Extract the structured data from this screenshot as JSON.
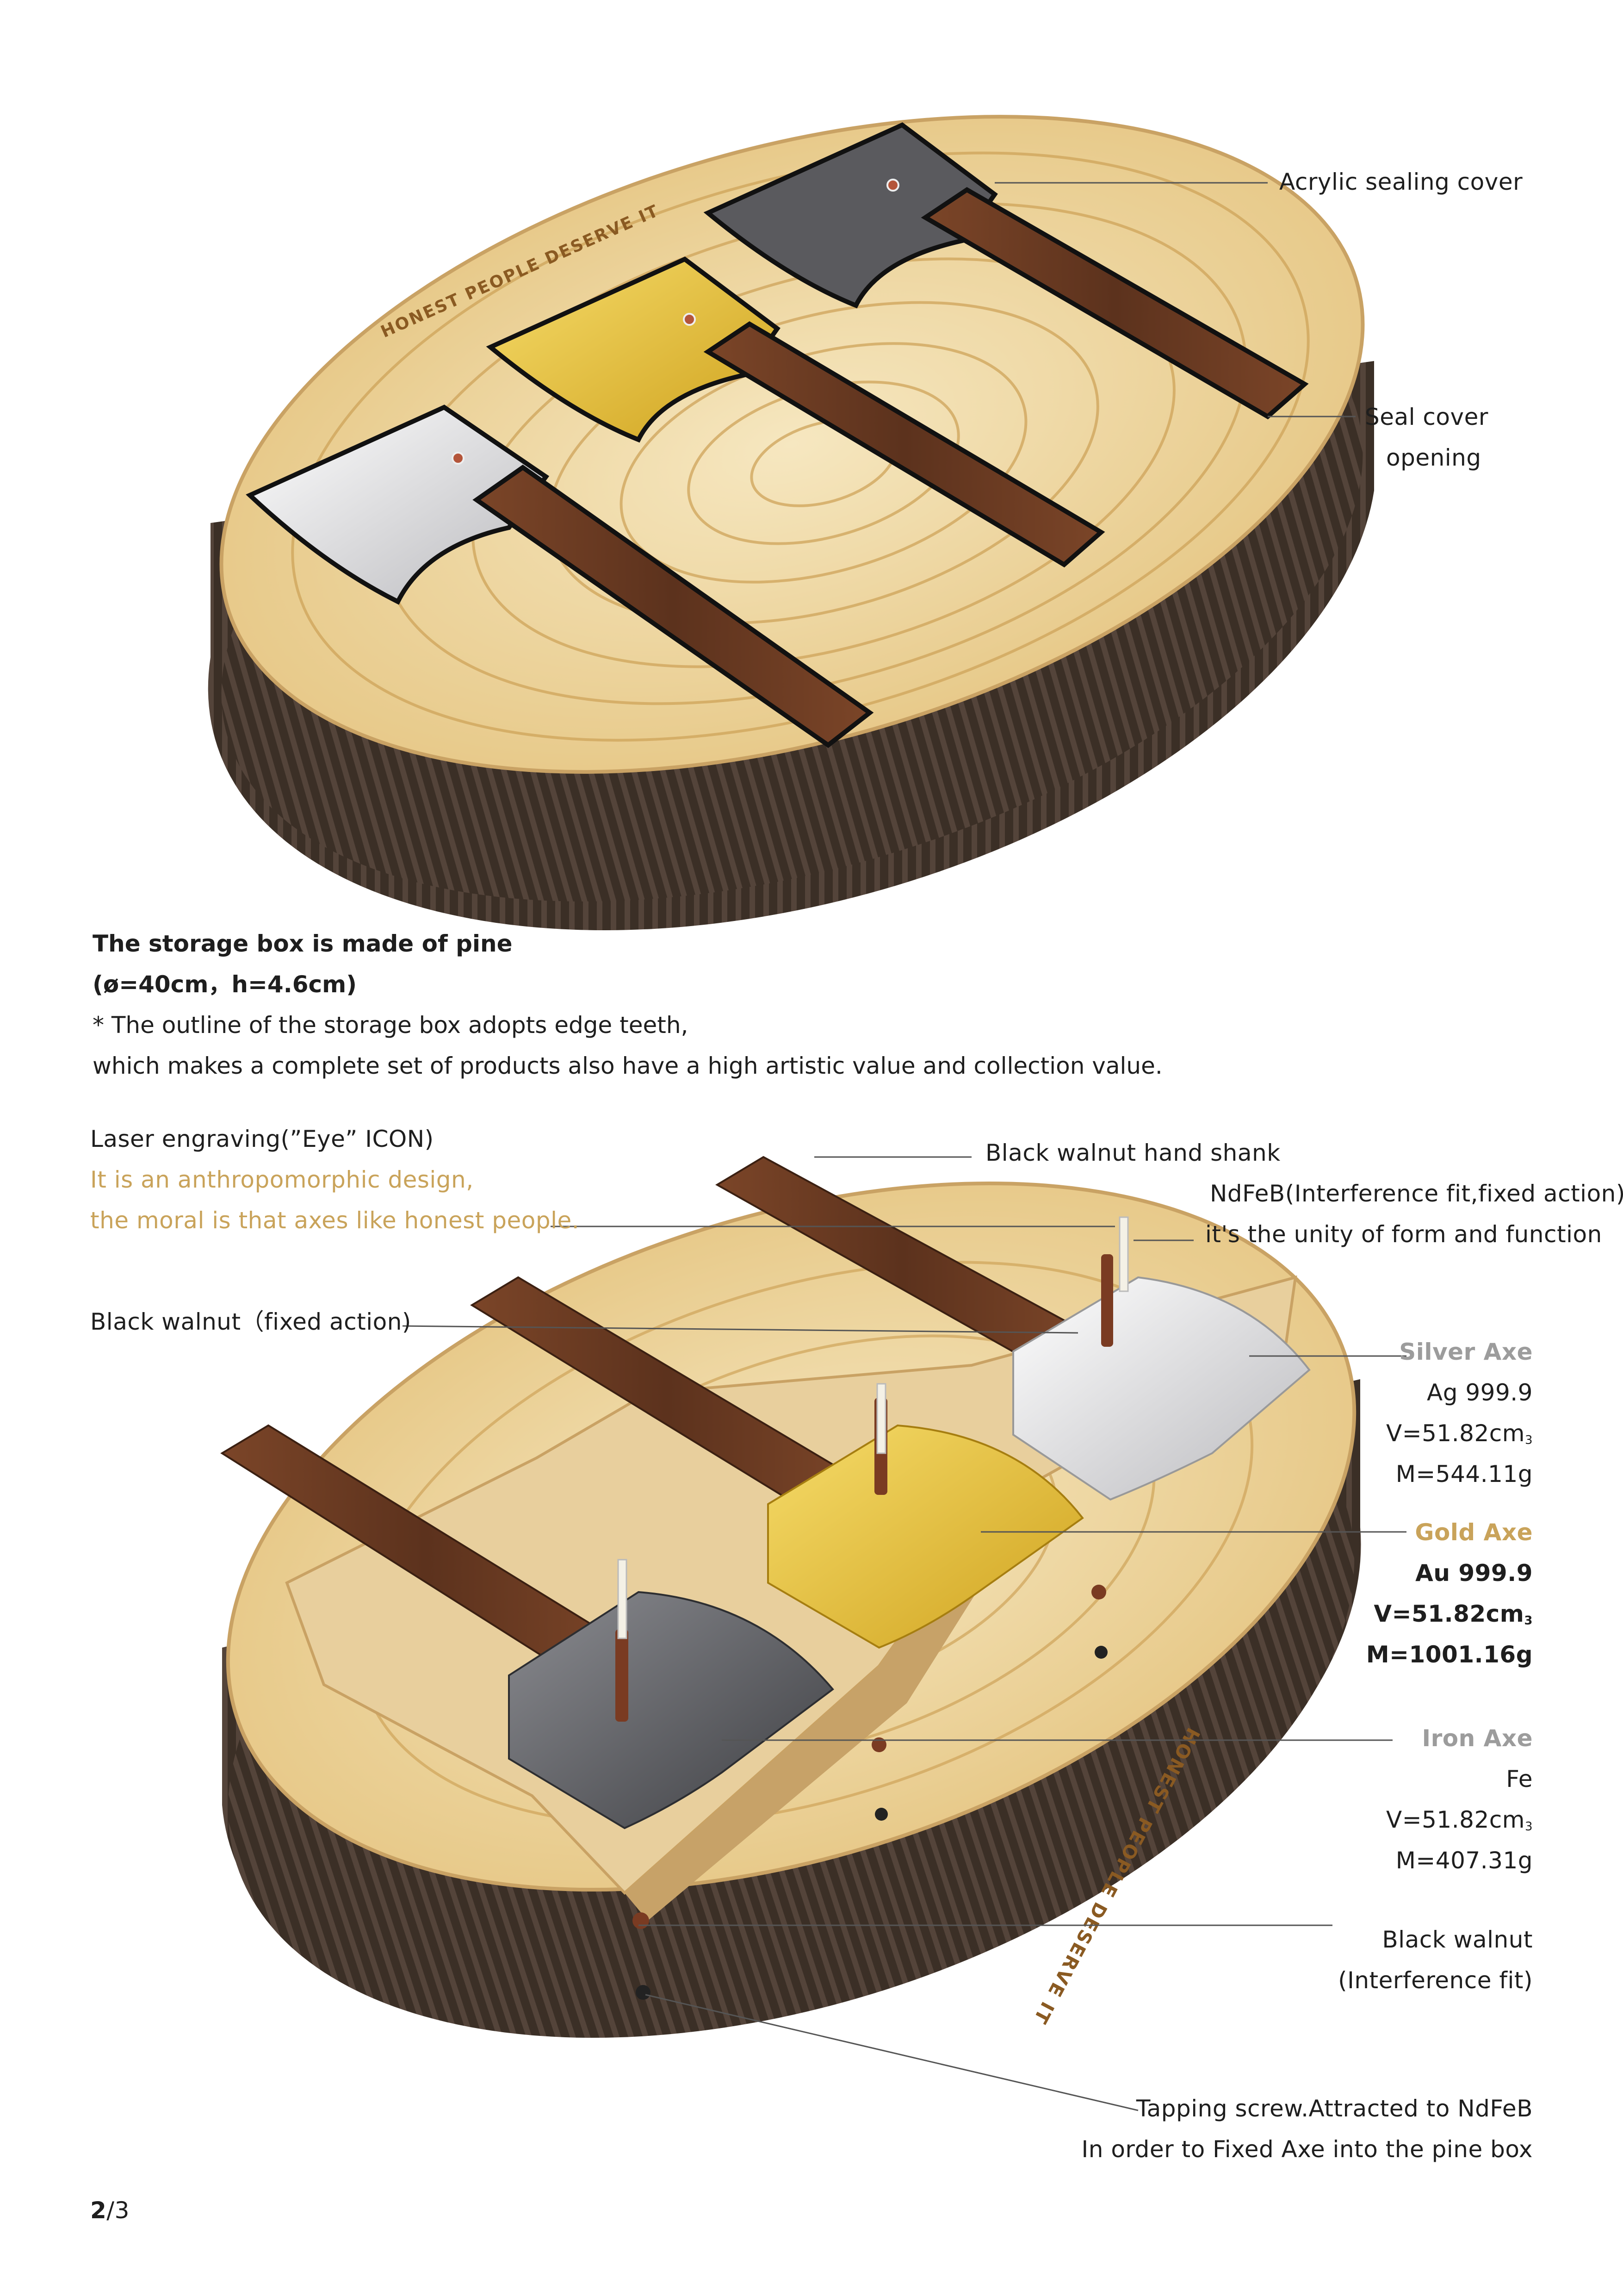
{
  "top_scene": {
    "engraving": "HONEST PEOPLE DESERVE IT",
    "callouts": {
      "acrylic_cover": "Acrylic sealing cover",
      "seal_opening_1": "Seal cover",
      "seal_opening_2": "opening"
    }
  },
  "description": {
    "heading": "The storage box is made of pine",
    "dimensions": "(ø=40cm，h=4.6cm)",
    "note_1": "* The outline of the storage box adopts edge teeth,",
    "note_2": "which makes a complete set of products also have a high artistic value and collection value."
  },
  "bottom_scene": {
    "engraving": "HONEST PEOPLE DESERVE IT",
    "laser": {
      "title": "Laser engraving(”Eye”  ICON)",
      "line_1": "It is an anthropomorphic design,",
      "line_2": "the moral is that axes like honest people."
    },
    "walnut_fixed": "Black walnut（fixed action)",
    "hand_shank": "Black walnut hand shank",
    "ndfeb_1": "NdFeB(Interference fit,fixed action)",
    "ndfeb_2": "it's the unity of form and function",
    "silver": {
      "name": "Silver Axe",
      "material": "Ag 999.9",
      "volume": "V=51.82cm",
      "volume_unit": "3",
      "mass": "M=544.11g"
    },
    "gold": {
      "name": "Gold Axe",
      "material": "Au 999.9",
      "volume": "V=51.82cm",
      "volume_unit": "3",
      "mass": "M=1001.16g"
    },
    "iron": {
      "name": "Iron Axe",
      "material": "Fe",
      "volume": "V=51.82cm",
      "volume_unit": "3",
      "mass": "M=407.31g"
    },
    "walnut_interference_1": "Black walnut",
    "walnut_interference_2": "(Interference fit)",
    "screw_1": "Tapping screw.Attracted to NdFeB",
    "screw_2": "In order to Fixed Axe into the pine box"
  },
  "page": {
    "current": "2",
    "total": "/3"
  },
  "colors": {
    "pine": "#e9cf96",
    "pine_light": "#f3e2b8",
    "ring": "#c99c4e",
    "box_dark": "#3e3128",
    "walnut": "#6b3a22",
    "silver": "#d8d8da",
    "gold": "#e2bd2e",
    "iron": "#4b4c50",
    "accent_gold": "#c9a35a"
  }
}
